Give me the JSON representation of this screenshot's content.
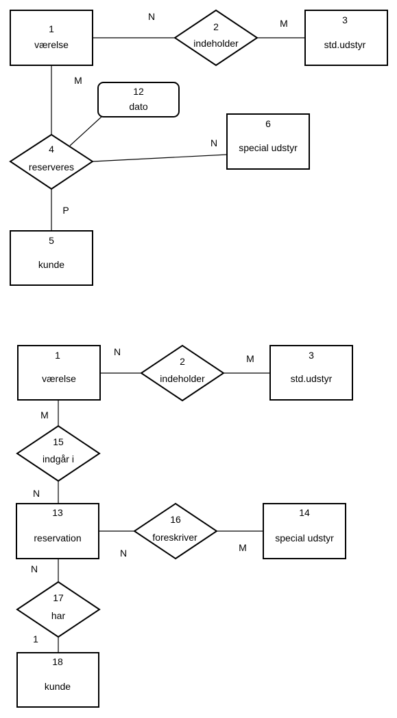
{
  "diagram1": {
    "entities": [
      {
        "id": "vaerelse",
        "number": "1",
        "label": "værelse"
      },
      {
        "id": "std-udstyr",
        "number": "3",
        "label": "std.udstyr"
      },
      {
        "id": "special-udstyr",
        "number": "6",
        "label": "special udstyr"
      },
      {
        "id": "kunde",
        "number": "5",
        "label": "kunde"
      },
      {
        "id": "dato",
        "number": "12",
        "label": "dato"
      }
    ],
    "relationships": [
      {
        "id": "indeholder",
        "number": "2",
        "label": "indeholder"
      },
      {
        "id": "reserveres",
        "number": "4",
        "label": "reserveres"
      }
    ],
    "cardinalities": [
      "N",
      "M",
      "M",
      "N",
      "P"
    ]
  },
  "diagram2": {
    "entities": [
      {
        "id": "vaerelse",
        "number": "1",
        "label": "værelse"
      },
      {
        "id": "std-udstyr",
        "number": "3",
        "label": "std.udstyr"
      },
      {
        "id": "reservation",
        "number": "13",
        "label": "reservation"
      },
      {
        "id": "special-udstyr",
        "number": "14",
        "label": "special udstyr"
      },
      {
        "id": "kunde",
        "number": "18",
        "label": "kunde"
      }
    ],
    "relationships": [
      {
        "id": "indeholder",
        "number": "2",
        "label": "indeholder"
      },
      {
        "id": "indgaar-i",
        "number": "15",
        "label": "indgår i"
      },
      {
        "id": "foreskriver",
        "number": "16",
        "label": "foreskriver"
      },
      {
        "id": "har",
        "number": "17",
        "label": "har"
      }
    ],
    "cardinalities": [
      "N",
      "M",
      "M",
      "N",
      "N",
      "M",
      "N",
      "1"
    ]
  }
}
